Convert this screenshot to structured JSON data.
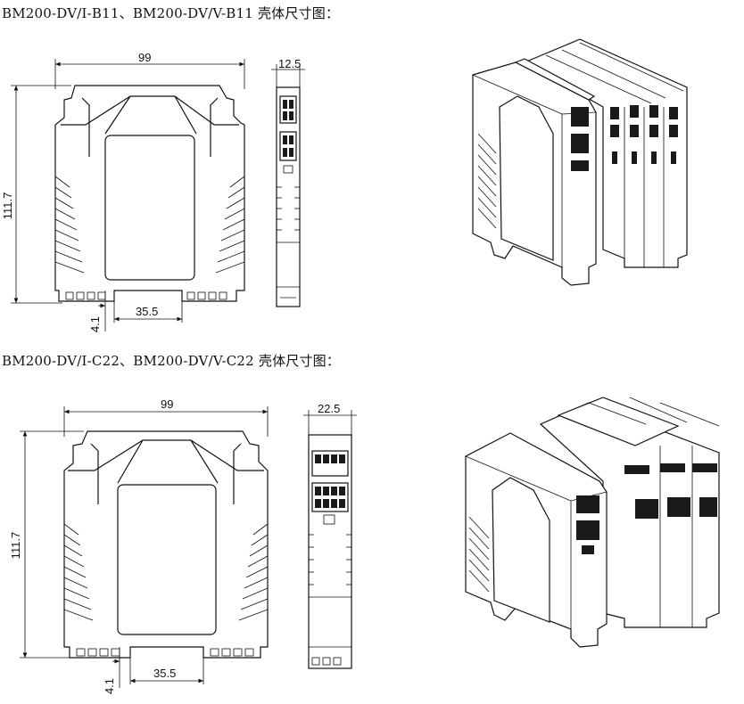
{
  "section1": {
    "title": "BM200-DV/I-B11、BM200-DV/V-B11 壳体尺寸图：",
    "dims": {
      "width": "99",
      "height": "111.7",
      "depth": "12.5",
      "rail_offset": "4.1",
      "rail_width": "35.5"
    }
  },
  "section2": {
    "title": "BM200-DV/I-C22、BM200-DV/V-C22 壳体尺寸图：",
    "dims": {
      "width": "99",
      "height": "111.7",
      "depth": "22.5",
      "rail_offset": "4.1",
      "rail_width": "35.5"
    }
  }
}
